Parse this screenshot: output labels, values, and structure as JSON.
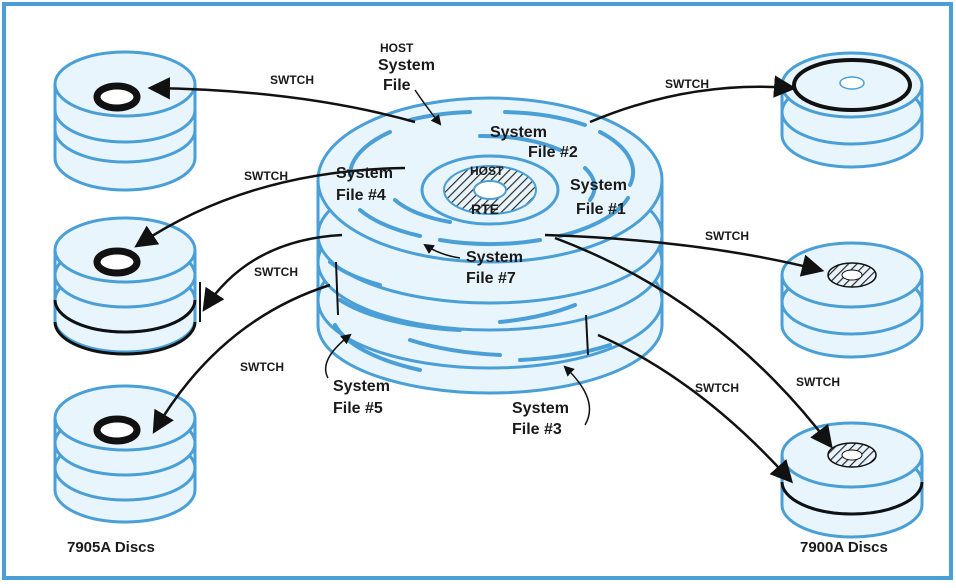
{
  "colors": {
    "frame": "#4a9fd6",
    "disc_fill": "#e9f5fc",
    "disc_edge": "#4a9fd6",
    "ink": "#111111"
  },
  "labels": {
    "host_sys_line1": "HOST",
    "host_sys_line2": "System",
    "host_sys_line3": "File",
    "center_host": "HOST",
    "center_rte": "RTE",
    "sf2_a": "System",
    "sf2_b": "File #2",
    "sf1_a": "System",
    "sf1_b": "File #1",
    "sf4_a": "System",
    "sf4_b": "File #4",
    "sf7_a": "System",
    "sf7_b": "File #7",
    "sf5_a": "System",
    "sf5_b": "File #5",
    "sf3_a": "System",
    "sf3_b": "File #3",
    "swtch": "SWTCH",
    "left_caption": "7905A Discs",
    "right_caption": "7900A Discs"
  }
}
